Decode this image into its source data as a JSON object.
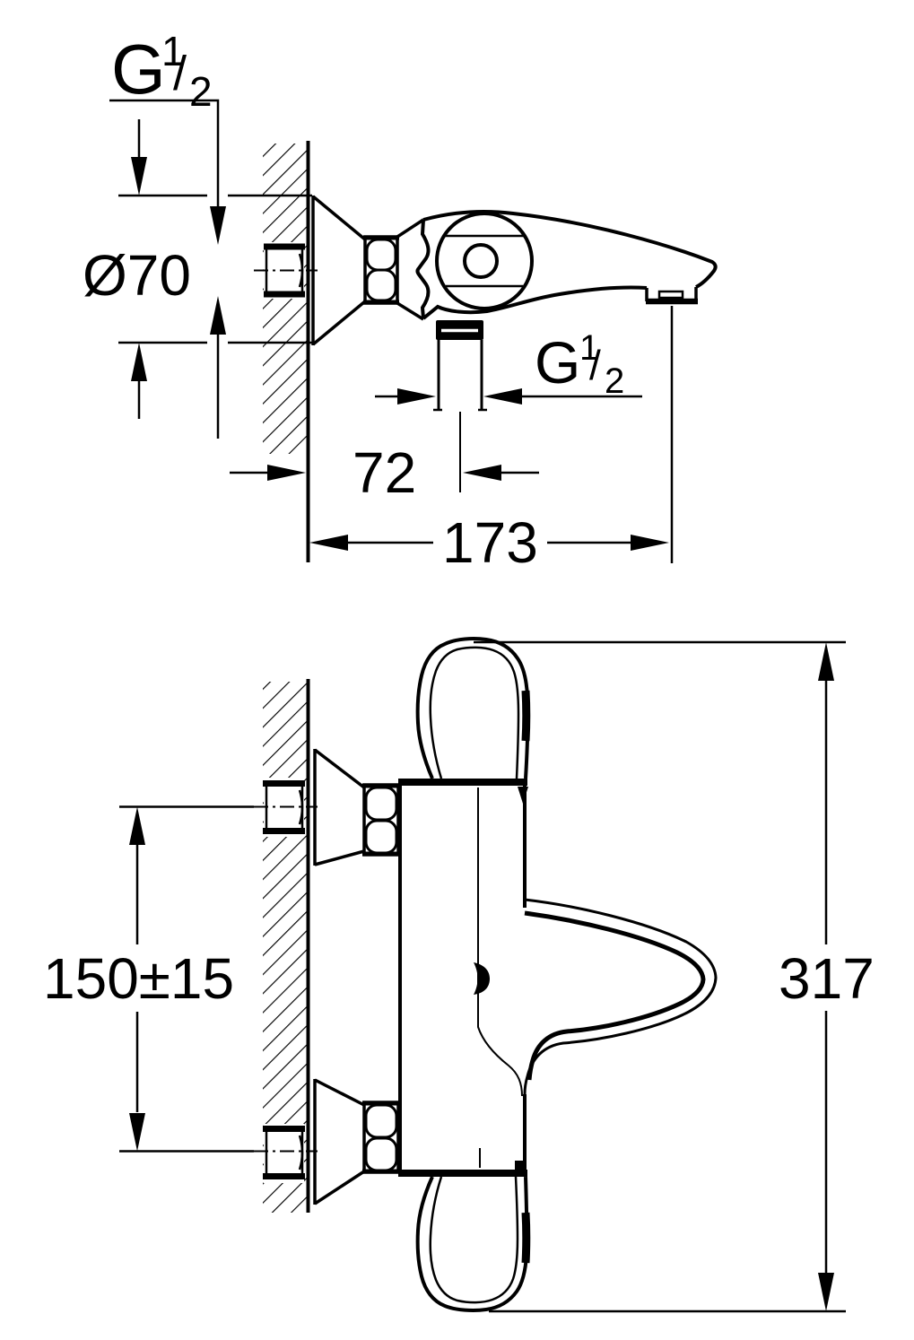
{
  "title": "Bath mixer installation dimension drawing",
  "colors": {
    "line": "#000000",
    "background": "#ffffff"
  },
  "views": {
    "side": {
      "labels": {
        "wall_thread": {
          "base": "G",
          "numerator": "1",
          "slash": "/",
          "denominator": "2"
        },
        "escutcheon_diameter": "Ø70",
        "outlet_thread": {
          "base": "G",
          "numerator": "1",
          "slash": "/",
          "denominator": "2"
        },
        "wall_to_pipe": "72",
        "wall_to_spout": "173"
      }
    },
    "front": {
      "labels": {
        "inlet_spacing": "150±15",
        "overall_height": "317"
      }
    }
  }
}
